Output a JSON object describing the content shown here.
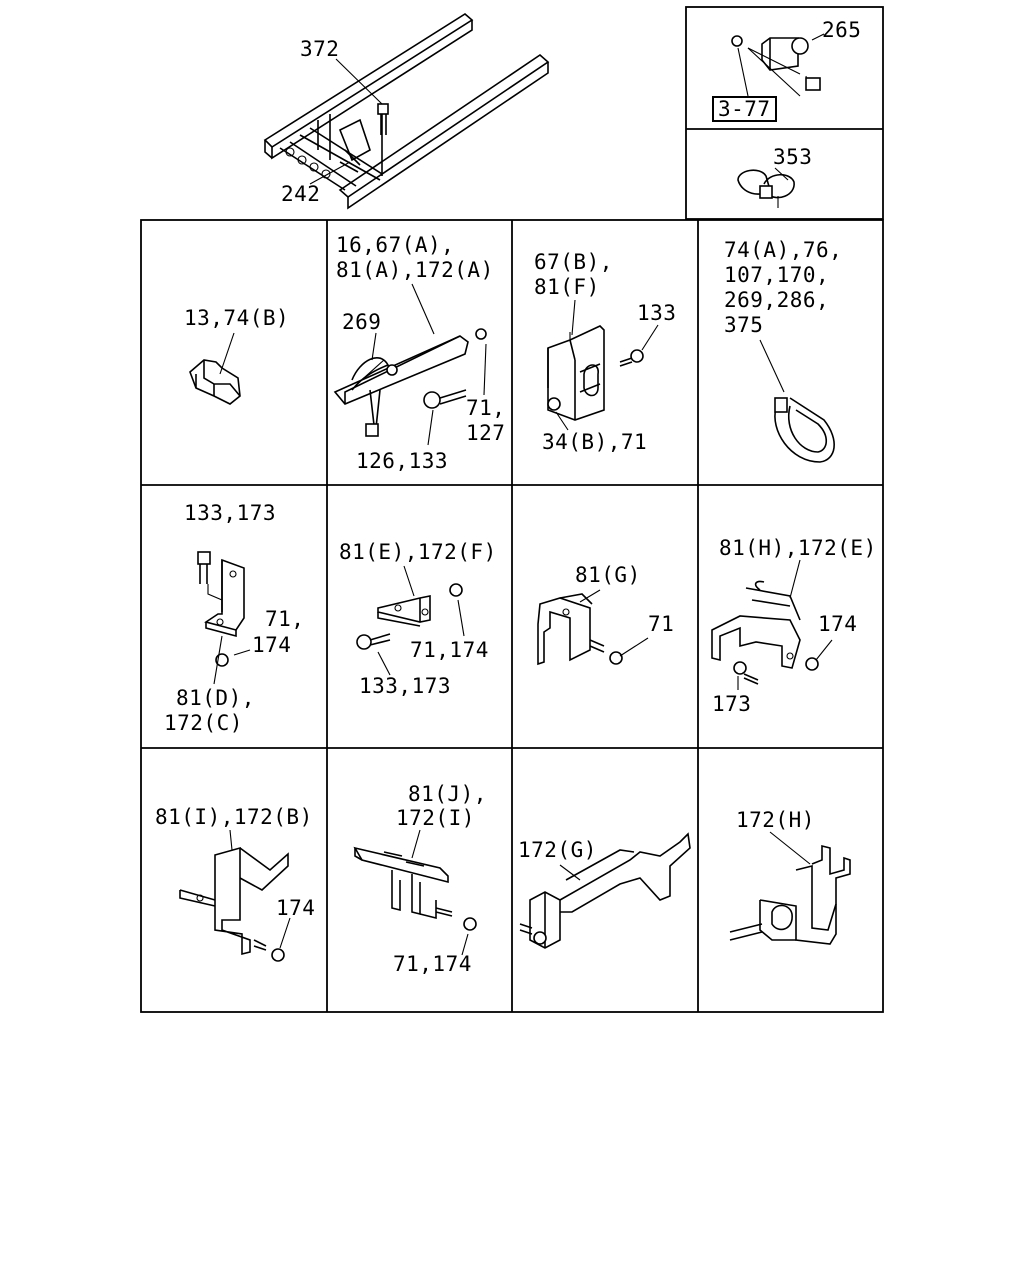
{
  "callouts": {
    "frame_bolt": "372",
    "frame_clip": "242",
    "top_right_part": "265",
    "top_right_ref": "3-77",
    "clamp_353": "353",
    "c1_label": "13,74(B)",
    "c2_label_l1": "16,67(A),",
    "c2_label_l2": "81(A),172(A)",
    "c2_269": "269",
    "c2_71": "71,",
    "c2_127": "127",
    "c2_126": "126,133",
    "c3_label_l1": "67(B),",
    "c3_label_l2": "81(F)",
    "c3_133": "133",
    "c3_34": "34(B),71",
    "c4_l1": "74(A),76,",
    "c4_l2": "107,170,",
    "c4_l3": "269,286,",
    "c4_l4": "375",
    "c5_top": "133,173",
    "c5_71": "71,",
    "c5_174": "174",
    "c5_81d": "81(D),",
    "c5_172c": "172(C)",
    "c6_top": "81(E),172(F)",
    "c6_71": "71,174",
    "c6_133": "133,173",
    "c7_top": "81(G)",
    "c7_71": "71",
    "c8_top": "81(H),172(E)",
    "c8_174": "174",
    "c8_173": "173",
    "c9_top": "81(I),172(B)",
    "c9_174": "174",
    "c10_l1": "81(J),",
    "c10_l2": "172(I)",
    "c10_71": "71,174",
    "c11_top": "172(G)",
    "c12_top": "172(H)"
  }
}
